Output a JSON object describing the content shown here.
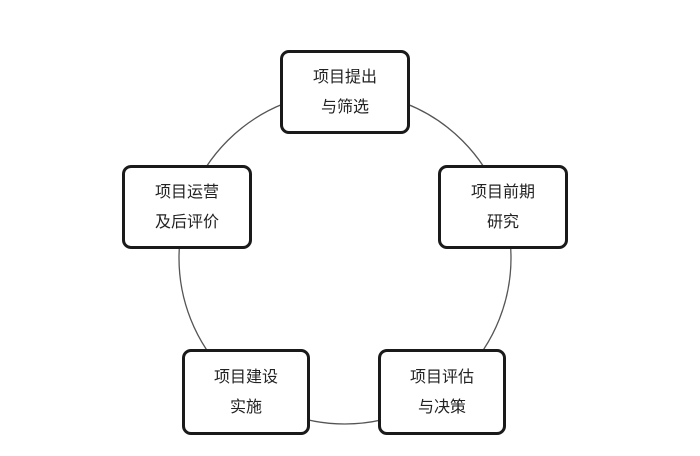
{
  "diagram": {
    "type": "cycle",
    "stages": [
      {
        "line1": "项目提出",
        "line2": "与筛选"
      },
      {
        "line1": "项目前期",
        "line2": "研究"
      },
      {
        "line1": "项目评估",
        "line2": "与决策"
      },
      {
        "line1": "项目建设",
        "line2": "实施"
      },
      {
        "line1": "项目运营",
        "line2": "及后评价"
      }
    ]
  }
}
